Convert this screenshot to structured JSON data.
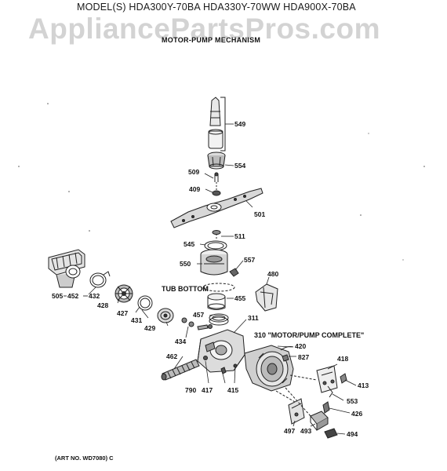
{
  "header": {
    "model_line": "MODEL(S) HDA300Y-70BA  HDA330Y-70WW  HDA900X-70BA",
    "title": "MOTOR-PUMP MECHANISM"
  },
  "watermark": "AppliancePartsPros.com",
  "art_number": "(ART NO. WD7080) C",
  "callouts": {
    "tub_bottom": "TUB BOTTOM",
    "motor_pump_complete": "310 \"MOTOR/PUMP COMPLETE\""
  },
  "parts": {
    "p549": "549",
    "p554": "554",
    "p509": "509",
    "p409": "409",
    "p501": "501",
    "p511": "511",
    "p545": "545",
    "p557": "557",
    "p550": "550",
    "p480": "480",
    "p505": "505",
    "p452": "452",
    "p432": "432",
    "p428": "428",
    "p427": "427",
    "p431": "431",
    "p429": "429",
    "p455": "455",
    "p457": "457",
    "p434": "434",
    "p311": "311",
    "p420": "420",
    "p827": "827",
    "p418": "418",
    "p462": "462",
    "p790": "790",
    "p417": "417",
    "p415": "415",
    "p413": "413",
    "p553": "553",
    "p426": "426",
    "p497": "497",
    "p493": "493",
    "p494": "494"
  }
}
